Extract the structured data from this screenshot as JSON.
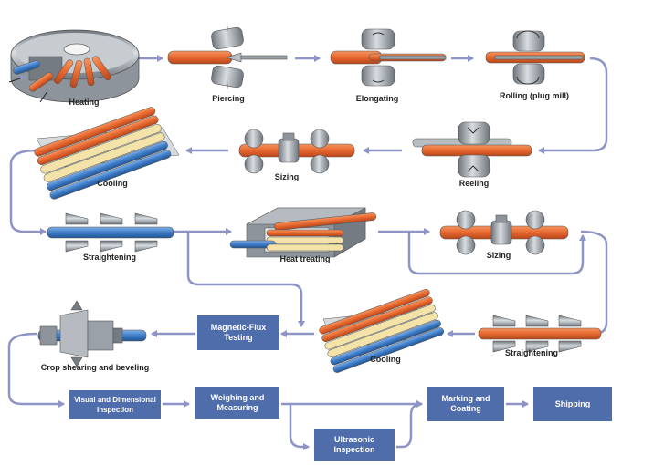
{
  "colors": {
    "arrow": "#8e95c6",
    "box": "#4f6cab",
    "tube_orange": "#e7672f",
    "tube_blue": "#3d7cc9",
    "tube_cream": "#f3e3a8",
    "metal": "#9aa1a8"
  },
  "steps": {
    "heating": "Heating",
    "piercing": "Piercing",
    "elongating": "Elongating",
    "rolling": "Rolling (plug mill)",
    "reeling": "Reeling",
    "sizing_1": "Sizing",
    "cooling_1": "Cooling",
    "straightening_1": "Straightening",
    "heat_treating": "Heat treating",
    "sizing_2": "Sizing",
    "straightening_2": "Straightening",
    "cooling_2": "Cooling",
    "magnetic_flux": "Magnetic-Flux Testing",
    "crop_shearing": "Crop shearing and beveling",
    "visual_inspection": "Visual and Dimensional Inspection",
    "weighing": "Weighing and Measuring",
    "ultrasonic": "Ultrasonic Inspection",
    "marking": "Marking and Coating",
    "shipping": "Shipping"
  }
}
